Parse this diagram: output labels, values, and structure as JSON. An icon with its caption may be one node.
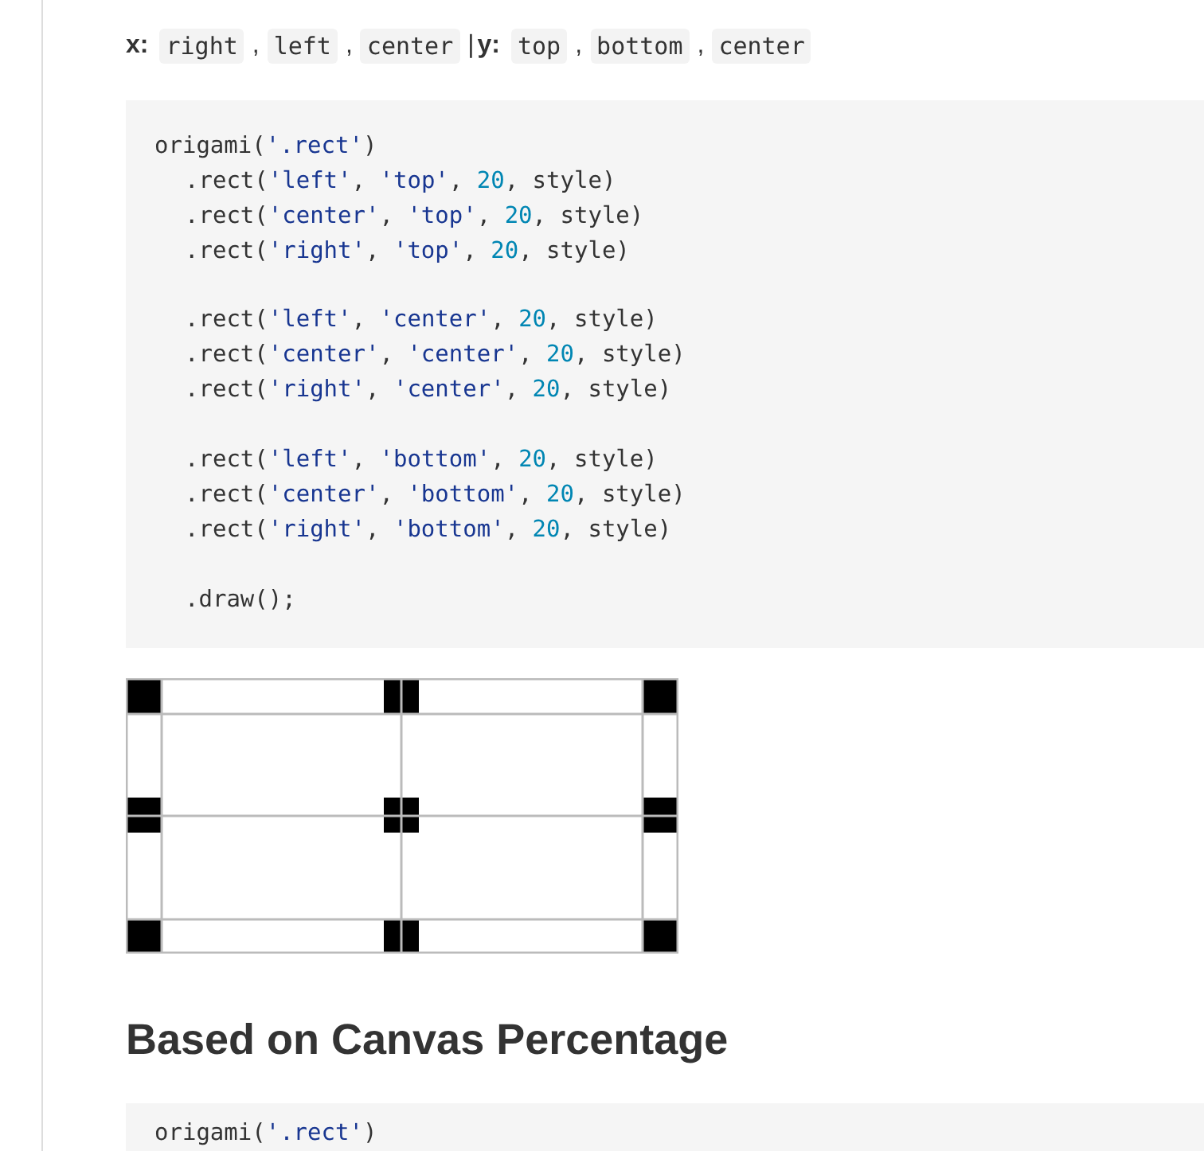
{
  "diagram": {
    "labels": [
      "x:",
      "right",
      ",",
      "left",
      ",",
      "center",
      "|",
      "y:",
      "top",
      ",",
      "bottom",
      ",",
      "center",
      "origami('.rect')",
      ".rect('left', 'top', 20, style)",
      ".rect('center', 'top', 20, style)",
      ".rect('right', 'top', 20, style)",
      ".rect('left', 'center', 20, style)",
      ".rect('center', 'center', 20, style)",
      ".rect('right', 'center', 20, style)",
      ".rect('left', 'bottom', 20, style)",
      ".rect('center', 'bottom', 20, style)",
      ".rect('right', 'bottom', 20, style)",
      ".draw();",
      "Based on Canvas Percentage",
      "origami('.rect')"
    ]
  }
}
